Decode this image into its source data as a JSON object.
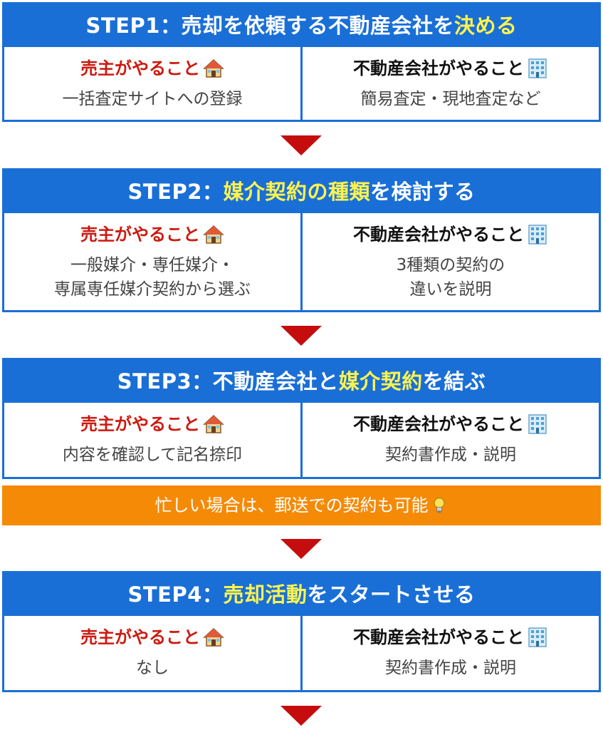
{
  "steps": [
    {
      "title_pre": "STEP1：売却を依頼する不動産会社を",
      "title_hl": "決める",
      "title_post": "",
      "seller_label": "売主がやること",
      "seller_desc": "一括査定サイトへの登録",
      "company_label": "不動産会社がやること",
      "company_desc": "簡易査定・現地査定など"
    },
    {
      "title_pre": "STEP2：",
      "title_hl": "媒介契約の種類",
      "title_post": "を検討する",
      "seller_label": "売主がやること",
      "seller_desc": "一般媒介・専任媒介・\n専属専任媒介契約から選ぶ",
      "company_label": "不動産会社がやること",
      "company_desc": "3種類の契約の\n違いを説明"
    },
    {
      "title_pre": "STEP3：不動産会社と",
      "title_hl": "媒介契約",
      "title_post": "を結ぶ",
      "seller_label": "売主がやること",
      "seller_desc": "内容を確認して記名捺印",
      "company_label": "不動産会社がやること",
      "company_desc": "契約書作成・説明"
    },
    {
      "title_pre": "STEP4：",
      "title_hl": "売却活動",
      "title_post": "をスタートさせる",
      "seller_label": "売主がやること",
      "seller_desc": "なし",
      "company_label": "不動産会社がやること",
      "company_desc": "契約書作成・説明"
    }
  ],
  "note": "忙しい場合は、郵送での契約も可能",
  "colors": {
    "blue": "#1a6fd6",
    "red_text": "#cc1a10",
    "highlight": "#fff44f",
    "orange": "#f58a07",
    "arrow": "#c50d0d"
  },
  "icons": {
    "seller": "house-icon",
    "company": "office-building-icon",
    "note": "lightbulb-icon"
  }
}
